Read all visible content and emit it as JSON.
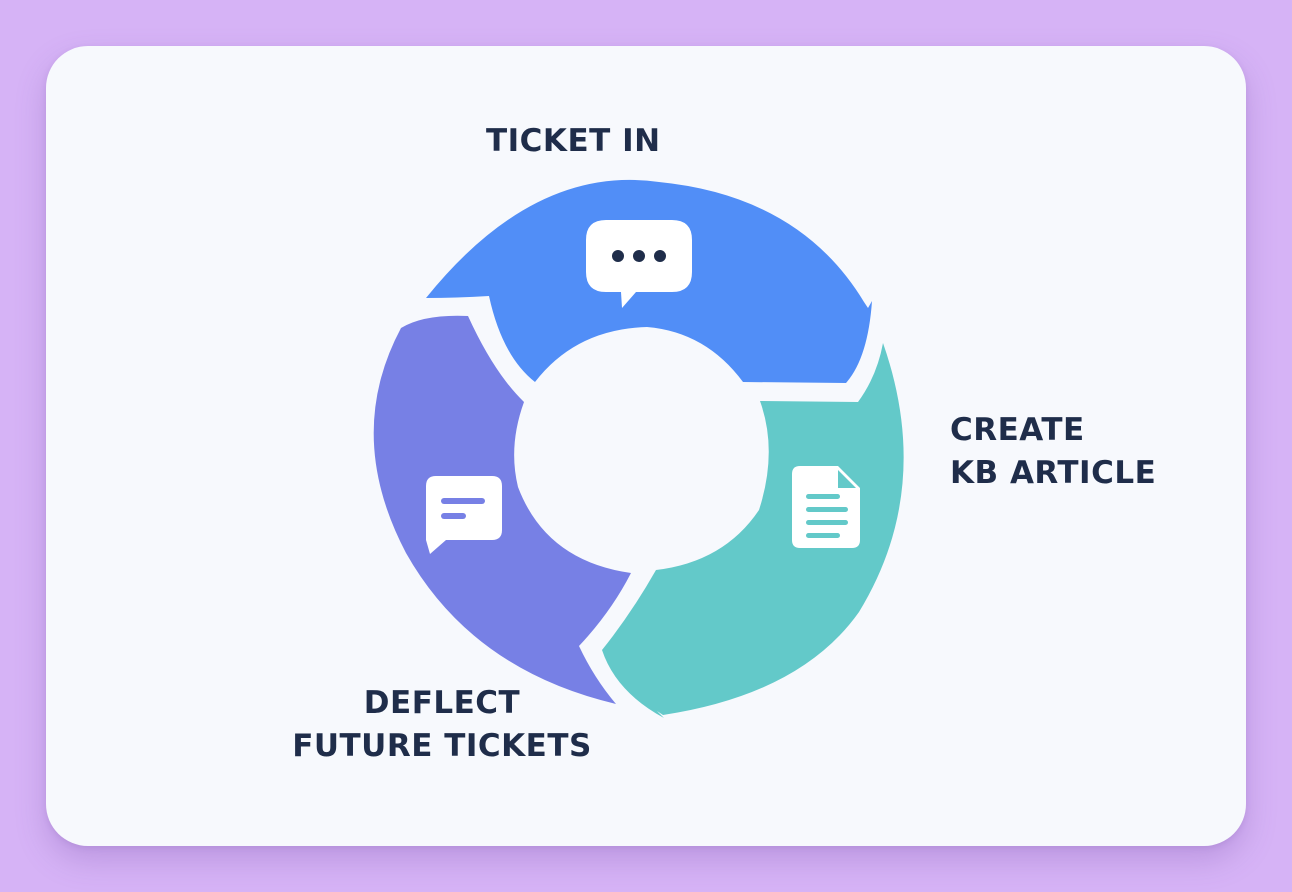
{
  "stages": [
    {
      "id": "ticket-in",
      "label": "TICKET IN",
      "icon": "chat-bubble-dots-icon",
      "color": "#518ef7"
    },
    {
      "id": "create-kb-article",
      "label": "CREATE\nKB ARTICLE",
      "icon": "document-icon",
      "color": "#63c9c9"
    },
    {
      "id": "deflect-future-tickets",
      "label": "DEFLECT\nFUTURE TICKETS",
      "icon": "chat-bubble-lines-icon",
      "color": "#7780e5"
    }
  ],
  "colors": {
    "background": "#d6b3f6",
    "card": "#f7f9fd",
    "text": "#1f2d4a"
  }
}
